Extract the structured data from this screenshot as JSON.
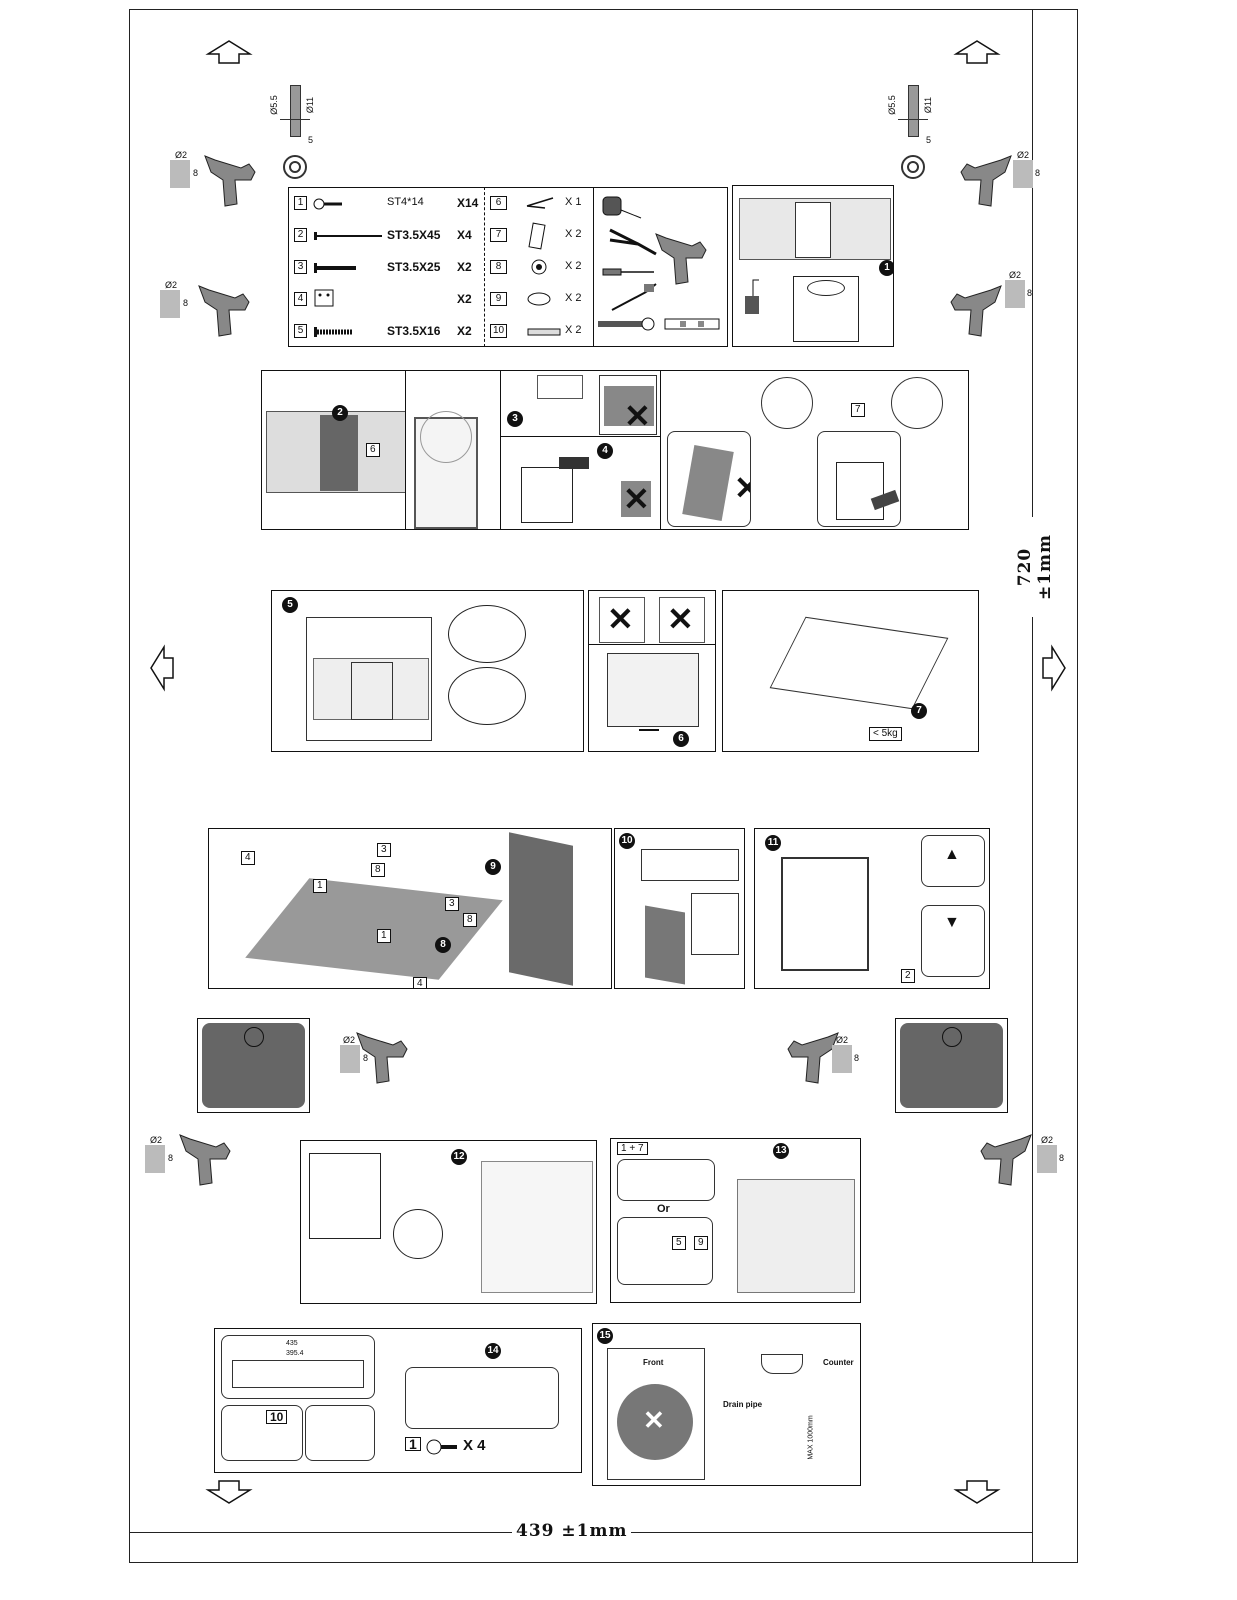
{
  "dimensions": {
    "height": "720 ±1mm",
    "width": "439 ±1mm"
  },
  "drill": {
    "diameter": "Ø2",
    "depth": "8"
  },
  "hole_marks": {
    "dia_small": "Ø5.5",
    "dia_large": "Ø11",
    "offset": "5"
  },
  "parts": [
    {
      "index": "1",
      "name": "ST4*14",
      "qty": "X14"
    },
    {
      "index": "2",
      "name": "ST3.5X45",
      "qty": "X4"
    },
    {
      "index": "3",
      "name": "ST3.5X25",
      "qty": "X2"
    },
    {
      "index": "4",
      "name": "",
      "qty": "X2"
    },
    {
      "index": "5",
      "name": "ST3.5X16",
      "qty": "X2"
    }
  ],
  "accessories": [
    {
      "index": "6",
      "qty": "X 1"
    },
    {
      "index": "7",
      "qty": "X 2"
    },
    {
      "index": "8",
      "qty": "X 2"
    },
    {
      "index": "9",
      "qty": "X 2"
    },
    {
      "index": "10",
      "qty": "X 2"
    }
  ],
  "steps": {
    "s1": "1",
    "s2": "2",
    "s3": "3",
    "s4": "4",
    "s5": "5",
    "s6": "6",
    "s7": "7",
    "s8": "8",
    "s9": "9",
    "s10": "10",
    "s11": "11",
    "s12": "12",
    "s13": "13",
    "s14": "14",
    "s15": "15"
  },
  "part_labels": {
    "p1": "1",
    "p2": "2",
    "p3": "3",
    "p4": "4",
    "p5": "5",
    "p6": "6",
    "p7": "7",
    "p8": "8",
    "p9": "9",
    "p10": "10"
  },
  "step13": {
    "combo": "1 + 7",
    "or": "Or"
  },
  "step14": {
    "combo": "X 4",
    "dim_a": "435",
    "dim_b": "395.4"
  },
  "step15": {
    "front": "Front",
    "counter": "Counter",
    "drain": "Drain pipe",
    "max": "MAX 1000mm"
  },
  "step7_note": "< 5kg",
  "icons": {
    "arrow_up": "arrow-up-icon",
    "arrow_down": "arrow-down-icon",
    "arrow_left": "arrow-left-icon",
    "arrow_right": "arrow-right-icon",
    "drill": "drill-icon",
    "cross": "cross-icon"
  }
}
